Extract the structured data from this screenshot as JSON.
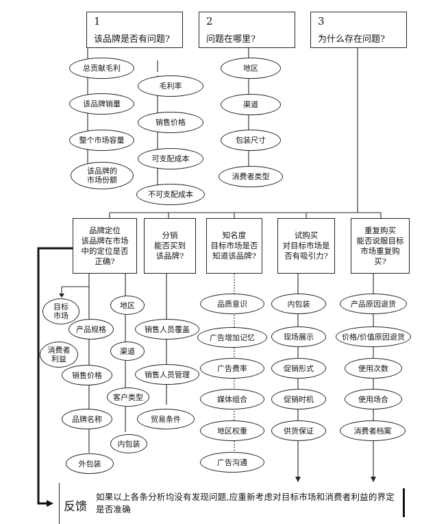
{
  "questions": [
    {
      "num": "1",
      "text": "该品牌是否有问题?"
    },
    {
      "num": "2",
      "text": "问题在哪里?"
    },
    {
      "num": "3",
      "text": "为什么存在问题?"
    }
  ],
  "q1_items": [
    "总贡献毛利",
    "该品牌销量",
    "整个市场容量",
    "该品牌的\n市场份额"
  ],
  "q1_sub_items": [
    "毛利率",
    "销售价格",
    "可支配成本",
    "不可支配成本"
  ],
  "q2_items": [
    "地区",
    "渠道",
    "包装尺寸",
    "消费者类型"
  ],
  "categories": [
    "品牌定位\n该品牌在市场\n中的定位是否\n正确?",
    "分销\n能否买到\n该品牌?",
    "知名度\n目标市场是否\n知道该品牌?",
    "试购买\n对目标市场是\n否有吸引力?",
    "重复购买\n能否说服目标\n市场重复购\n买?"
  ],
  "col1_items": [
    "目标\n市场",
    "产品规格",
    "消费者\n利益",
    "销售价格",
    "品牌名称",
    "外包装"
  ],
  "col2_items": [
    "地区",
    "渠道",
    "客户类型",
    "内包装",
    "销售人员覆盖",
    "销售人员管理",
    "贸易条件"
  ],
  "col3_items": [
    "品质意识",
    "广告增加记忆",
    "广告费率",
    "媒体组合",
    "地区权重",
    "广告沟通"
  ],
  "col4_items": [
    "内包装",
    "现场展示",
    "促销形式",
    "促销时机",
    "供货保证"
  ],
  "col5_items": [
    "产品原因退货",
    "价格/价值原因退货",
    "使用次数",
    "使用场合",
    "消费者档案"
  ],
  "feedback": {
    "label": "反馈",
    "text": "如果以上各条分析均没有发现问题,应重新考虑对目标市场和消费者利益的界定是否准确"
  }
}
